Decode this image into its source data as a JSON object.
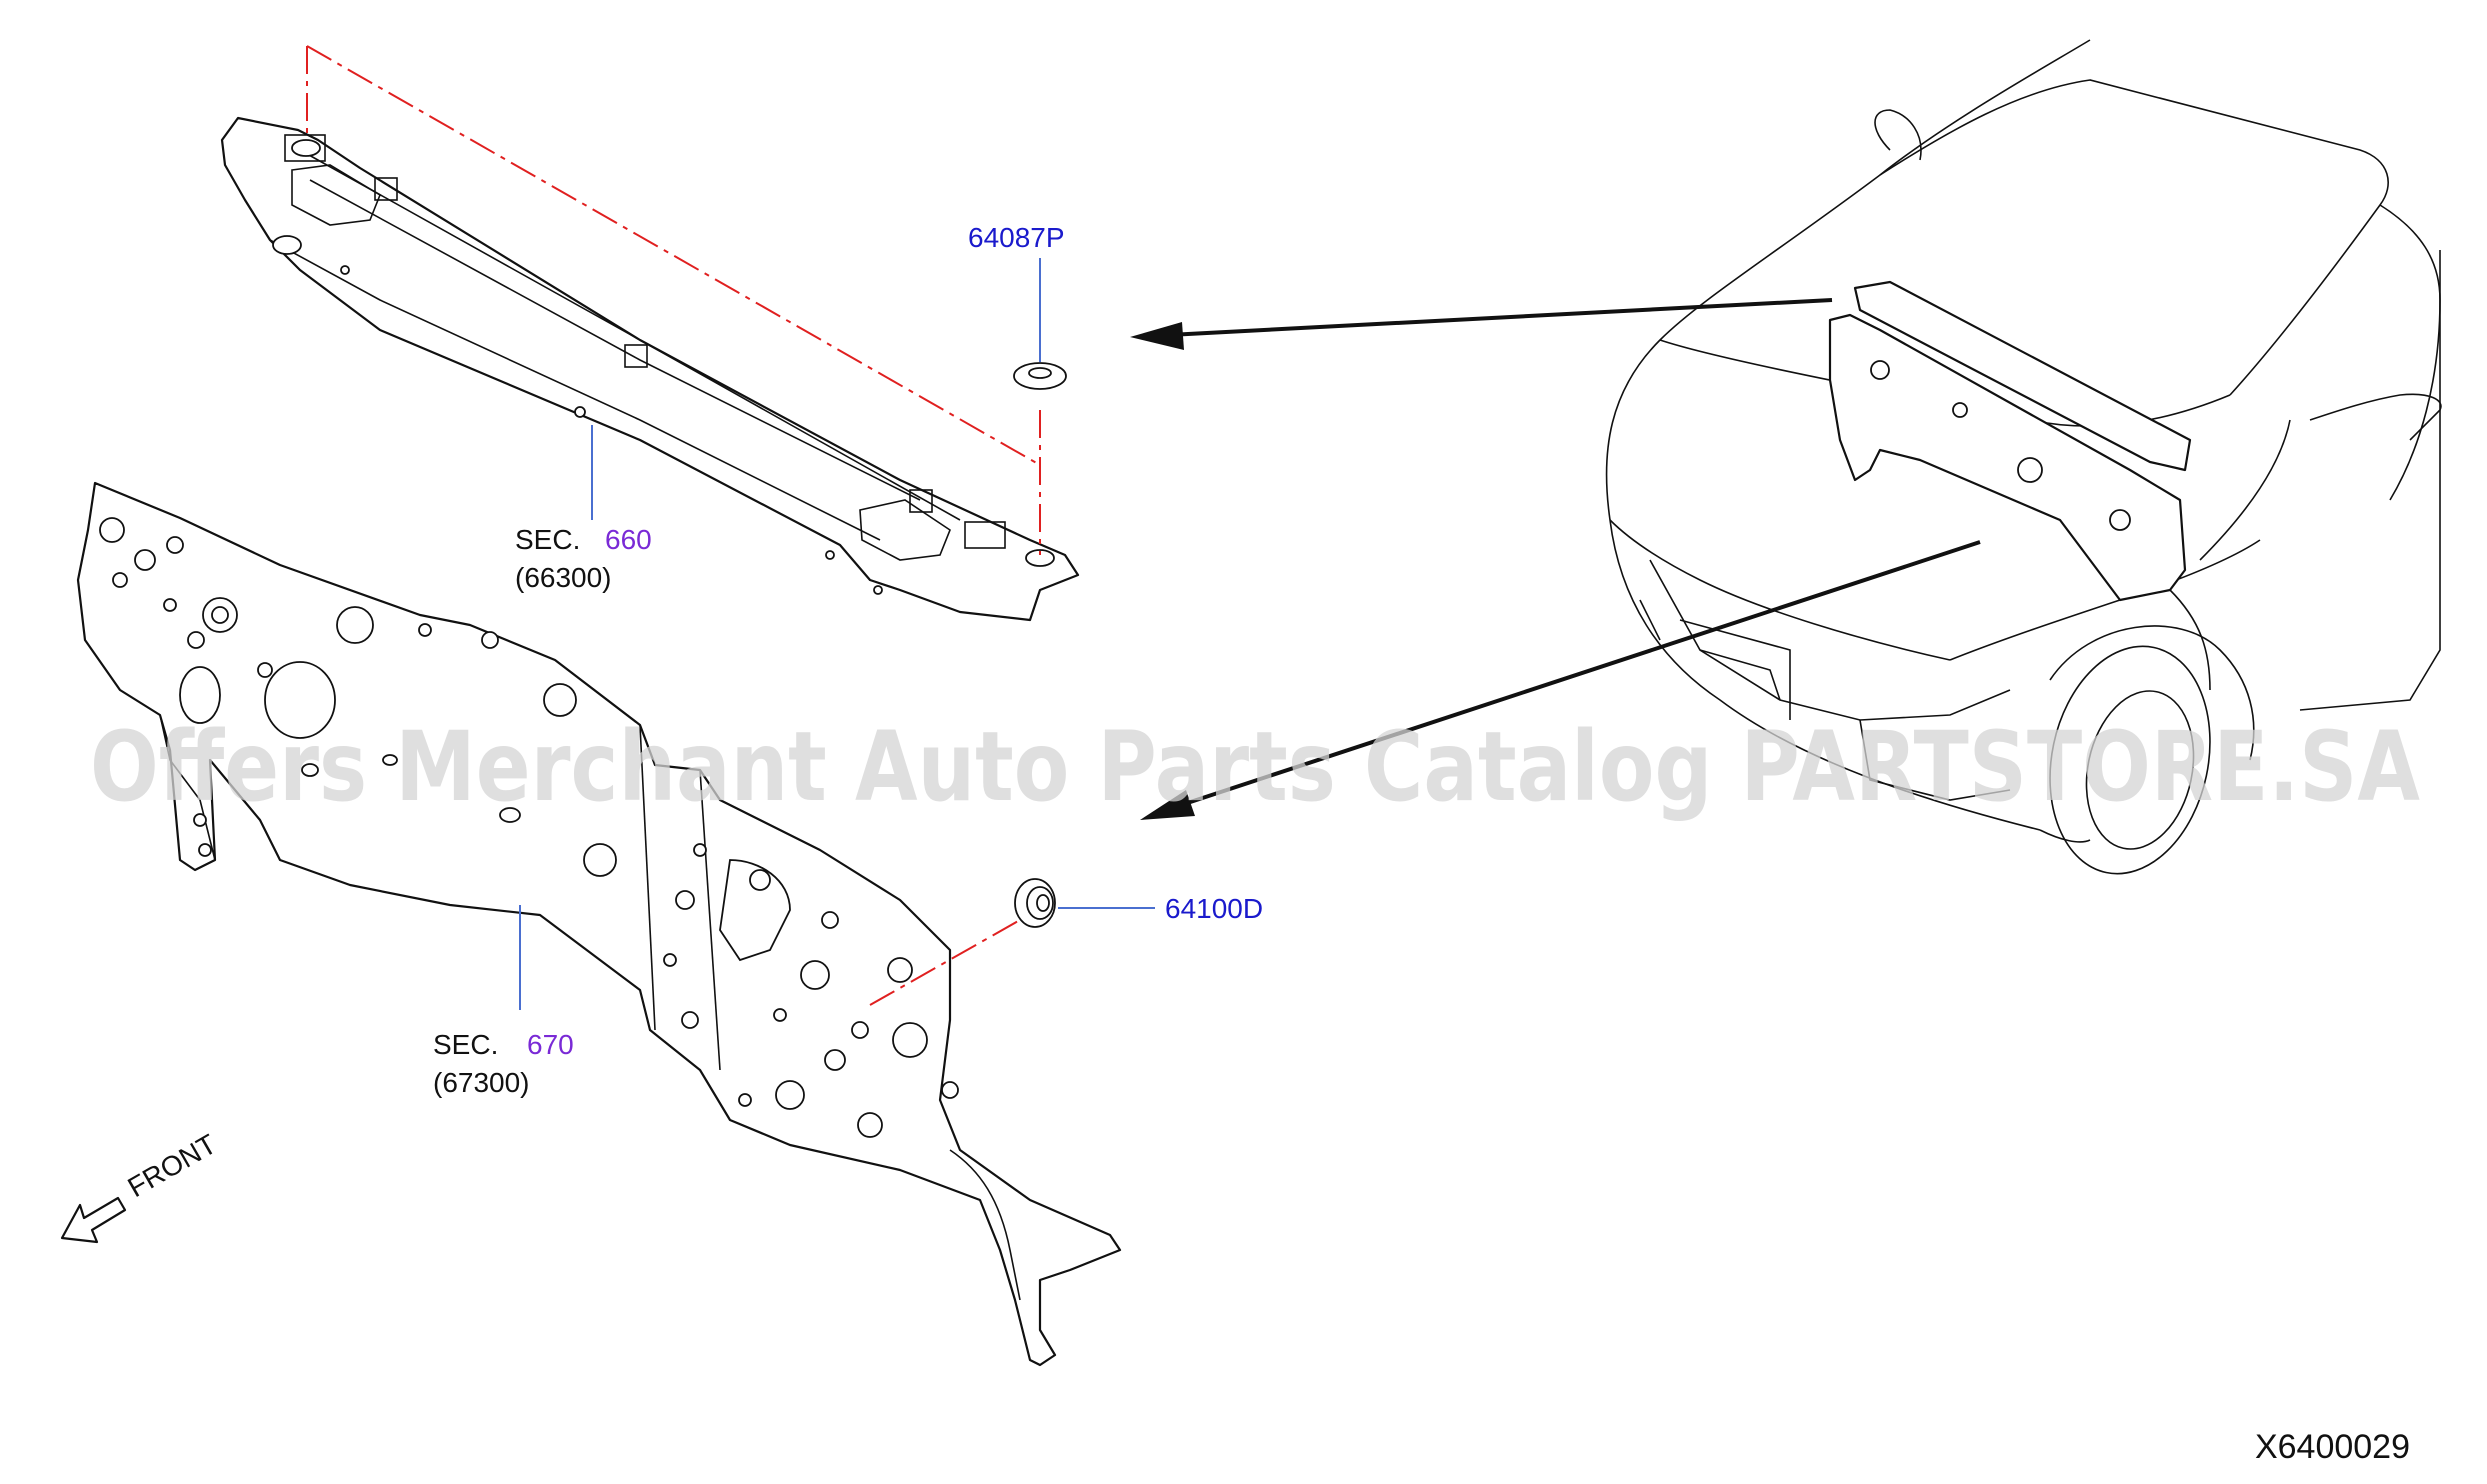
{
  "watermark": "Offers Merchant Auto Parts Catalog PARTSTORE.SA",
  "callouts": {
    "grommet_upper": "64087P",
    "grommet_lower": "64100D"
  },
  "sections": {
    "cowl_top": {
      "sec_label": "SEC.",
      "sec_number": "660",
      "group_code": "(66300)"
    },
    "dash_panel": {
      "sec_label": "SEC.",
      "sec_number": "670",
      "group_code": "(67300)"
    }
  },
  "direction_label": "FRONT",
  "figure_id": "X6400029",
  "colors": {
    "callout_blue": "#1a1acc",
    "section_purple": "#7a2ad6",
    "centerline_red": "#e02020",
    "leader_blue": "#4a6fd0"
  }
}
